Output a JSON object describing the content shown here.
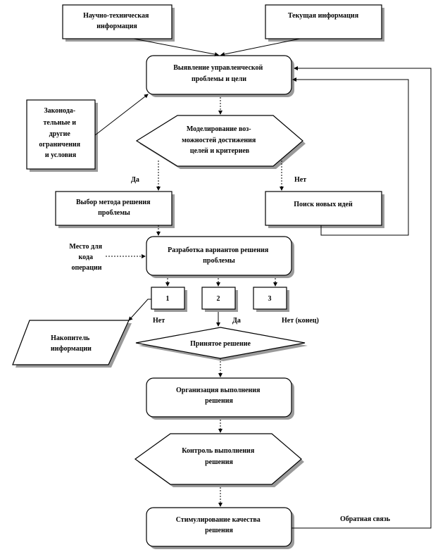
{
  "nodes": {
    "sci_info": [
      "Научно-техническая",
      "информация"
    ],
    "cur_info": [
      "Текущая информация"
    ],
    "problem": [
      "Выявление управленческой",
      "проблемы и цели"
    ],
    "legal": [
      "Законода-",
      "тельные и",
      "другие",
      "ограничения",
      "и условия"
    ],
    "modeling": [
      "Моделирование воз-",
      "можностей достижения",
      "целей и критериев"
    ],
    "method": [
      "Выбор метода решения",
      "проблемы"
    ],
    "new_ideas": [
      "Поиск новых идей"
    ],
    "develop": [
      "Разработка вариантов решения",
      "проблемы"
    ],
    "place": [
      "Место для",
      "кода",
      "операции"
    ],
    "opt1": [
      "1"
    ],
    "opt2": [
      "2"
    ],
    "opt3": [
      "3"
    ],
    "storage": [
      "Накопитель",
      "информации"
    ],
    "accepted": [
      "Принятое решение"
    ],
    "organize": [
      "Организация выполнения",
      "решения"
    ],
    "control": [
      "Контроль выполнения",
      "решения"
    ],
    "stimulate": [
      "Стимулирование качества",
      "решения"
    ]
  },
  "labels": {
    "yes_left": "Да",
    "no_right": "Нет",
    "no_1": "Нет",
    "yes_2": "Да",
    "no_end": "Нет (конец)",
    "feedback": "Обратная связь"
  }
}
